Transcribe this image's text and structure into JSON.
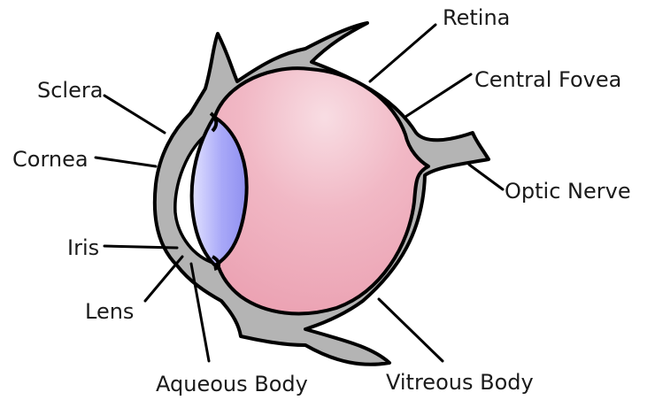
{
  "diagram": {
    "labels": {
      "retina": "Retina",
      "central_fovea": "Central Fovea",
      "sclera": "Sclera",
      "cornea": "Cornea",
      "optic_nerve": "Optic Nerve",
      "iris": "Iris",
      "lens": "Lens",
      "aqueous_body": "Aqueous Body",
      "vitreous_body": "Vitreous Body"
    },
    "colors": {
      "sclera": "#b4b4b4",
      "vitreous": "#eea9b8",
      "vitreous_highlight": "#f8dde3",
      "lens": "#9a9af5",
      "lens_highlight": "#e2e2ff",
      "outline": "#000000",
      "label_text": "#1a1a1a"
    }
  }
}
